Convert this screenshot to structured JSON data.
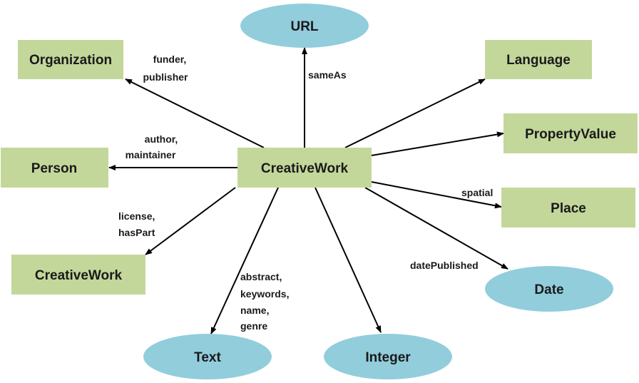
{
  "colors": {
    "class_fill": "#c4d79b",
    "class_stroke": "#c4d79b",
    "datatype_fill": "#92cddc",
    "edge": "#000000",
    "text": "#1a1a1a"
  },
  "nodes": {
    "center": "CreativeWork",
    "url": "URL",
    "organization": "Organization",
    "language": "Language",
    "property_value": "PropertyValue",
    "person": "Person",
    "place": "Place",
    "creative_work_2": "CreativeWork",
    "date": "Date",
    "text": "Text",
    "integer": "Integer"
  },
  "edges": {
    "same_as": [
      "sameAs"
    ],
    "funder_publisher": [
      "funder,",
      "publisher"
    ],
    "author_maintainer": [
      "author,",
      "maintainer"
    ],
    "license_haspart": [
      "license,",
      "hasPart"
    ],
    "text_props": [
      "abstract,",
      "keywords,",
      "name,",
      "genre"
    ],
    "spatial": [
      "spatial"
    ],
    "date_published": [
      "datePublished"
    ]
  }
}
